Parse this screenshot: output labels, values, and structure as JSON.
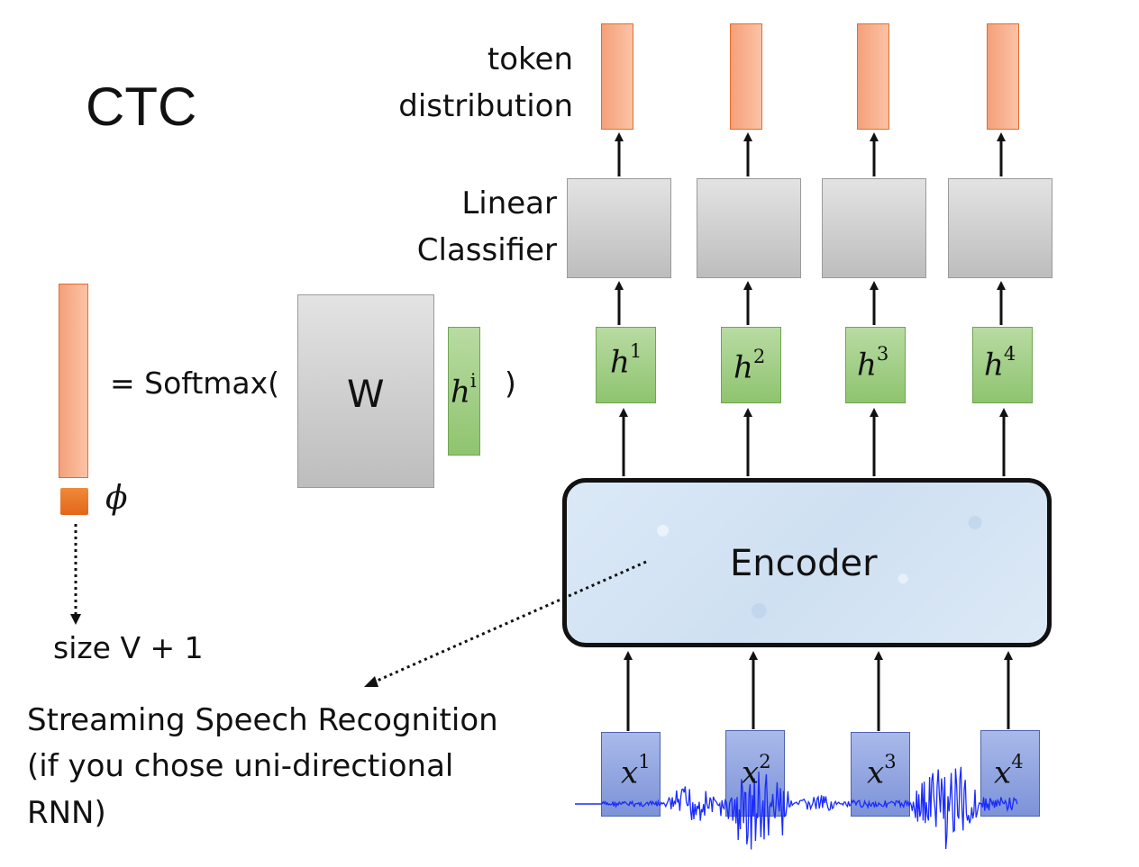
{
  "title": "CTC",
  "labels": {
    "token_distribution": [
      "token",
      "distribution"
    ],
    "linear_classifier": [
      "Linear",
      "Classifier"
    ],
    "softmax_prefix": "= Softmax(",
    "softmax_suffix": ")",
    "weight": "W",
    "blank_symbol": "ϕ",
    "size": "size V + 1",
    "encoder": "Encoder",
    "streaming_note": [
      "Streaming Speech Recognition",
      "(if you chose uni-directional",
      "RNN)"
    ]
  },
  "hidden_states": [
    {
      "base": "h",
      "sup": "1"
    },
    {
      "base": "h",
      "sup": "2"
    },
    {
      "base": "h",
      "sup": "3"
    },
    {
      "base": "h",
      "sup": "4"
    }
  ],
  "hidden_generic": {
    "base": "h",
    "sup": "i"
  },
  "inputs": [
    {
      "base": "x",
      "sup": "1"
    },
    {
      "base": "x",
      "sup": "2"
    },
    {
      "base": "x",
      "sup": "3"
    },
    {
      "base": "x",
      "sup": "4"
    }
  ],
  "colors": {
    "token": "#f5a07a",
    "linear": "#c8c8c8",
    "hidden": "#9fcf80",
    "input": "#8ea2df",
    "encoder": "#d8e7f6",
    "waveform": "#1a2bff"
  }
}
